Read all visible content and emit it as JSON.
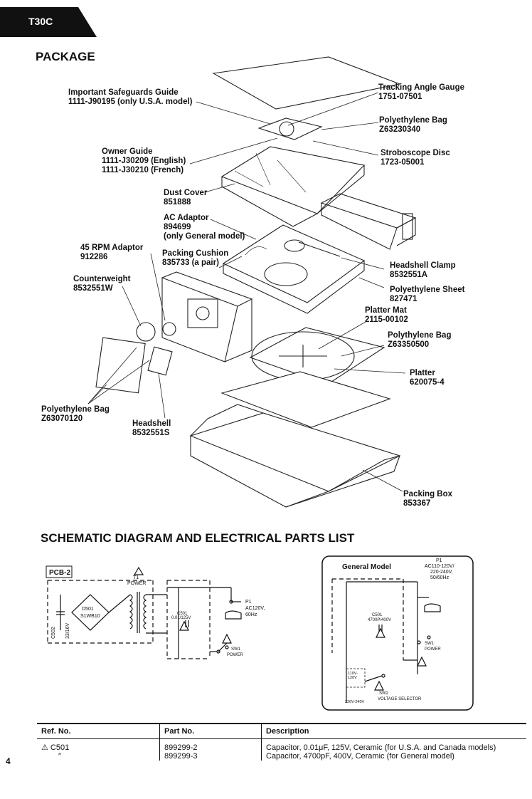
{
  "header": {
    "model": "T30C"
  },
  "package": {
    "title": "PACKAGE",
    "labels": {
      "safeguards": [
        "Important Safeguards Guide",
        "1111-J90195 (only U.S.A. model)"
      ],
      "gauge": [
        "Tracking Angle Gauge",
        "1751-07501"
      ],
      "bag1": [
        "Polyethylene Bag",
        "Z63230340"
      ],
      "owner": [
        "Owner Guide",
        "1111-J30209 (English)",
        "1111-J30210 (French)"
      ],
      "strobo": [
        "Stroboscope Disc",
        "1723-05001"
      ],
      "dust": [
        "Dust Cover",
        "851888"
      ],
      "adaptor": [
        "AC Adaptor",
        "894699",
        "(only General model)"
      ],
      "rpm": [
        "45 RPM Adaptor",
        "912286"
      ],
      "cushion": [
        "Packing Cushion",
        "835733 (a pair)"
      ],
      "clamp": [
        "Headshell Clamp",
        "8532551A"
      ],
      "counter": [
        "Counterweight",
        "8532551W"
      ],
      "sheet": [
        "Polyethylene Sheet",
        "827471"
      ],
      "mat": [
        "Platter Mat",
        "2115-00102"
      ],
      "bag2": [
        "Polythylene Bag",
        "Z63350500"
      ],
      "platter": [
        "Platter",
        "620075-4"
      ],
      "bag3": [
        "Polyethylene Bag",
        "Z63070120"
      ],
      "headshell": [
        "Headshell",
        "8532551S"
      ],
      "box": [
        "Packing Box",
        "853367"
      ]
    }
  },
  "schematic": {
    "title": "SCHEMATIC DIAGRAM AND ELECTRICAL PARTS LIST",
    "pcb": "PCB-2",
    "t1": "T1",
    "power": "POWER",
    "d501": "D501",
    "diode": "S1WB10",
    "c502": "C502",
    "c502v": "33/16V",
    "c501": "C501",
    "c501v_us": "0.01/125V",
    "p1": "P1",
    "p1v_us": [
      "AC120V,",
      "60Hz"
    ],
    "sw1": "SW1",
    "general": "General Model",
    "p1v_gen": [
      "AC110-120V/",
      "220-240V,",
      "50/60Hz"
    ],
    "c501v_gen": "4700P/400V",
    "sw2_hi": [
      "110V-",
      "120V"
    ],
    "sw2_lo": "220V-240V",
    "sw2": "SW2",
    "sw2name": "VOLTAGE SELECTOR"
  },
  "parts": {
    "headers": [
      "Ref. No.",
      "Part No.",
      "Description"
    ],
    "rows": [
      {
        "ref": "⚠ C501",
        "part": "899299-2",
        "desc": "Capacitor,  0.01μF, 125V, Ceramic (for U.S.A. and Canada models)"
      },
      {
        "ref": "″",
        "part": "899299-3",
        "desc": "Capacitor,  4700pF, 400V, Ceramic (for General model)"
      }
    ]
  },
  "page_number": "4"
}
